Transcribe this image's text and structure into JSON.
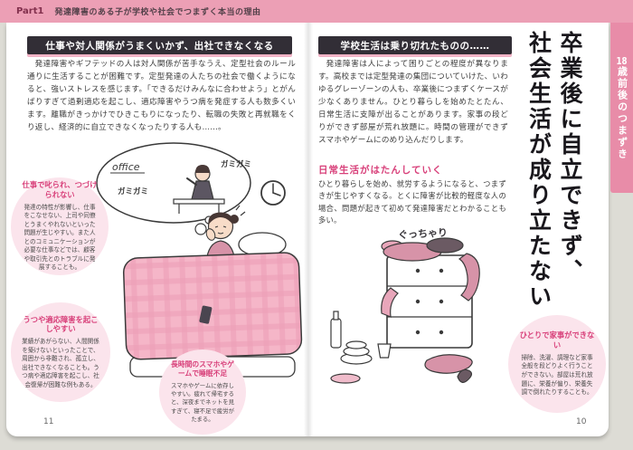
{
  "header": {
    "part_label": "Part1",
    "title": "発達障害のある子が学校や社会でつまずく本当の理由"
  },
  "side_tab": {
    "number": "18",
    "label": "歳前後のつまずき"
  },
  "left_page": {
    "page_number": "11",
    "heading": "仕事や対人関係がうまくいかず、出社できなくなる",
    "body": "発達障害やギフテッドの人は対人関係が苦手なうえ、定型社会のルール通りに生活することが困難です。定型発達の人たちの社会で働くようになると、強いストレスを感じます。「できるだけみんなに合わせよう」とがんばりすぎて過剰適応を起こし、適応障害やうつ病を発症する人も数多くいます。離職がきっかけでひきこもりになったり、転職の失敗と再就職をくり返し、経済的に自立できなくなったりする人も……。",
    "callouts": [
      {
        "title": "仕事で叱られ、つづけられない",
        "body": "発達の特性が影響し、仕事をこなせない、上司や同僚とうまくやれないといった問題が生じやすい。また人とのコミュニケーションが必要な仕事などでは、顧客や取引先とのトラブルに発展することも。"
      },
      {
        "title": "うつや適応障害を起こしやすい",
        "body": "業績があがらない、人間関係を築けないといったことで、周囲から非難され、孤立し、出社できなくなることも。うつ病や適応障害を起こし、社会復帰が困難な例もある。"
      },
      {
        "title": "長時間のスマホやゲームで睡眠不足",
        "body": "スマホやゲームに依存しやすい。疲れて帰宅すると、深夜までネットを見すぎて、寝不足で疲労がたまる。"
      }
    ],
    "illustration": {
      "office_sign": "office",
      "grumble_right": "ガミガミ",
      "grumble_left": "ガミガミ"
    }
  },
  "right_page": {
    "page_number": "10",
    "main_title_line1": "卒業後に自立できず、",
    "main_title_line2": "社会生活が成り立たない",
    "heading": "学校生活は乗り切れたものの……",
    "body": "発達障害は人によって困りごとの程度が異なります。高校までは定型発達の集団についていけた、いわゆるグレーゾーンの人も、卒業後につまずくケースが少なくありません。ひとり暮らしを始めたとたん、日常生活に支障が出ることがあります。家事の段どりができず部屋が荒れ放題に。時間の管理ができずスマホやゲームにのめり込んだりします。",
    "sub_heading": "日常生活がはたんしていく",
    "sub_body": "ひとり暮らしを始め、就労するようになると、つまずきが生じやすくなる。とくに障害が比較的軽度な人の場合、問題が起きて初めて発達障害だとわかることも多い。",
    "callout": {
      "title": "ひとりで家事ができない",
      "body": "掃除、洗濯、調理など家事全般を段どりよく行うことができない。部屋は荒れ放題に、栄養が偏り、栄養失調で倒れたりすることも。"
    },
    "illustration": {
      "messy_label": "ぐっちゃり"
    }
  }
}
